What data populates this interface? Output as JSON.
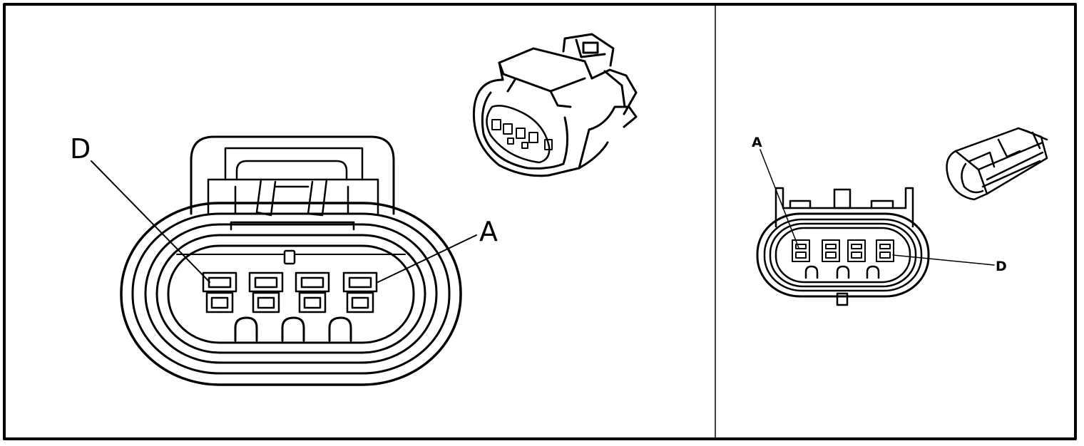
{
  "left_panel": {
    "label_left": "D",
    "label_right": "A"
  },
  "right_panel": {
    "label_left": "A",
    "label_right": "D"
  }
}
